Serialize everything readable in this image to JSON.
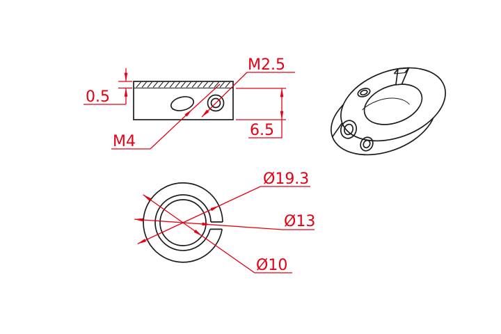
{
  "drawing": {
    "type": "shaft-collar-technical-drawing",
    "colors": {
      "geometry_line": "#1c1c1c",
      "dimension_line": "#e60012",
      "background": "#ffffff"
    },
    "side_view": {
      "slit_width_label": "0.5",
      "height_label": "6.5",
      "top_thread_label": "M2.5",
      "side_thread_label": "M4"
    },
    "front_view": {
      "outer_diameter_label": "Ø19.3",
      "step_diameter_label": "Ø13",
      "bore_diameter_label": "Ø10"
    }
  }
}
